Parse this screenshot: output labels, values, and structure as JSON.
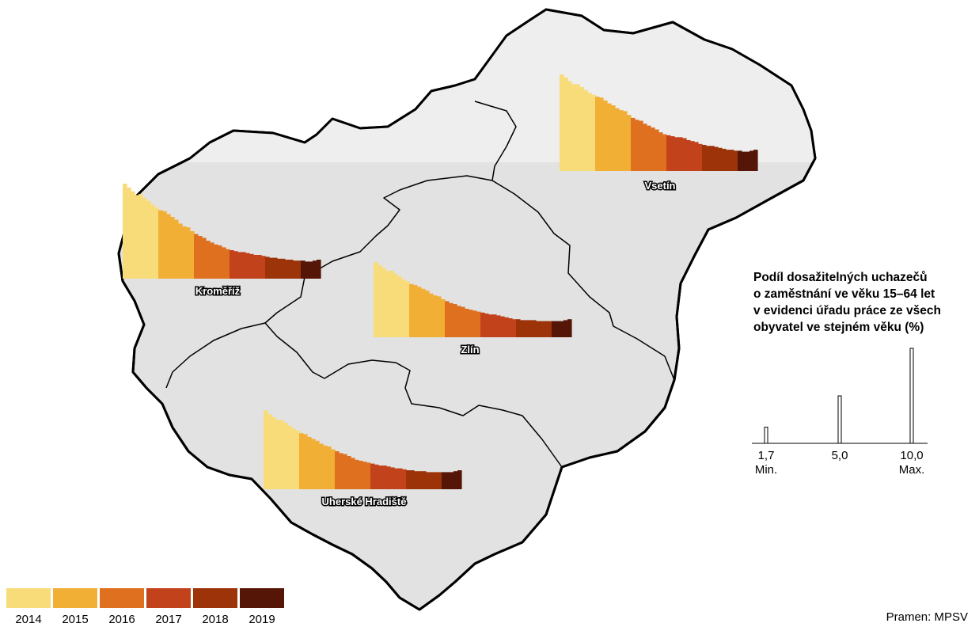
{
  "map": {
    "region_fill": "#e2e2e2",
    "north_fill": "#eeeeee",
    "border_color": "#000000",
    "districts": [
      {
        "name": "Vsetín",
        "id": "vsetin"
      },
      {
        "name": "Kroměříž",
        "id": "kromeriz"
      },
      {
        "name": "Zlín",
        "id": "zlin"
      },
      {
        "name": "Uherské Hradiště",
        "id": "uherske-hradiste"
      }
    ]
  },
  "chart_data": {
    "type": "bar",
    "description_units": "%",
    "years": [
      "2014",
      "2015",
      "2016",
      "2017",
      "2018",
      "2019"
    ],
    "year_colors": [
      "#f9dc7a",
      "#f2af36",
      "#de7020",
      "#c2431b",
      "#9c3309",
      "#561607"
    ],
    "series": [
      {
        "district": "Vsetín",
        "values": [
          10.0,
          9.7,
          9.3,
          9.0,
          9.0,
          8.7,
          8.4,
          8.1,
          7.9,
          7.7,
          7.6,
          7.3,
          7.0,
          6.8,
          6.5,
          6.3,
          6.2,
          5.8,
          5.5,
          5.3,
          5.2,
          4.9,
          4.7,
          4.5,
          4.3,
          4.0,
          3.8,
          3.7,
          3.6,
          3.5,
          3.5,
          3.4,
          3.2,
          3.1,
          3.0,
          2.8,
          2.7,
          2.6,
          2.6,
          2.5,
          2.4,
          2.3,
          2.2,
          2.2,
          2.1,
          2.1,
          2.0,
          2.0,
          2.1,
          2.2
        ]
      },
      {
        "district": "Kroměříž",
        "values": [
          10.0,
          9.6,
          9.2,
          8.8,
          8.9,
          8.5,
          8.2,
          7.8,
          7.5,
          7.2,
          7.1,
          6.8,
          6.5,
          6.2,
          5.8,
          5.5,
          5.4,
          5.0,
          4.7,
          4.5,
          4.3,
          4.0,
          3.8,
          3.6,
          3.5,
          3.3,
          3.1,
          3.0,
          2.9,
          2.8,
          2.8,
          2.7,
          2.6,
          2.5,
          2.5,
          2.4,
          2.3,
          2.2,
          2.2,
          2.1,
          2.1,
          2.0,
          2.0,
          1.9,
          1.9,
          1.9,
          1.8,
          1.8,
          1.9,
          2.0
        ]
      },
      {
        "district": "Zlín",
        "values": [
          7.9,
          7.6,
          7.3,
          7.0,
          7.0,
          6.7,
          6.4,
          6.1,
          5.9,
          5.6,
          5.5,
          5.3,
          5.1,
          4.9,
          4.6,
          4.4,
          4.3,
          4.0,
          3.8,
          3.6,
          3.5,
          3.3,
          3.2,
          3.0,
          2.9,
          2.8,
          2.7,
          2.6,
          2.5,
          2.4,
          2.4,
          2.3,
          2.2,
          2.1,
          2.0,
          1.9,
          1.9,
          1.8,
          1.8,
          1.8,
          1.8,
          1.7,
          1.7,
          1.7,
          1.7,
          1.7,
          1.7,
          1.7,
          1.8,
          1.9
        ]
      },
      {
        "district": "Uherské Hradiště",
        "values": [
          8.3,
          7.9,
          7.6,
          7.3,
          7.3,
          7.0,
          6.7,
          6.4,
          6.2,
          5.9,
          5.8,
          5.5,
          5.3,
          5.1,
          4.8,
          4.6,
          4.5,
          4.2,
          4.0,
          3.8,
          3.7,
          3.5,
          3.3,
          3.1,
          3.0,
          2.9,
          2.8,
          2.7,
          2.6,
          2.5,
          2.5,
          2.4,
          2.3,
          2.2,
          2.2,
          2.1,
          2.0,
          2.0,
          1.9,
          1.9,
          1.9,
          1.8,
          1.8,
          1.8,
          1.8,
          1.8,
          1.8,
          1.8,
          1.9,
          2.0
        ]
      }
    ],
    "ylim": [
      0,
      10.0
    ]
  },
  "legend": {
    "title_lines": [
      "Podíl dosažitelných uchazečů",
      "o zaměstnání ve věku 15–64 let",
      "v evidenci úřadu práce ze všech",
      "obyvatel ve stejném věku (%)"
    ],
    "scale": [
      {
        "value": 1.7,
        "value_label": "1,7",
        "caption": "Min."
      },
      {
        "value": 5.0,
        "value_label": "5,0",
        "caption": ""
      },
      {
        "value": 10.0,
        "value_label": "10,0",
        "caption": "Max."
      }
    ]
  },
  "source": "Pramen: MPSV"
}
